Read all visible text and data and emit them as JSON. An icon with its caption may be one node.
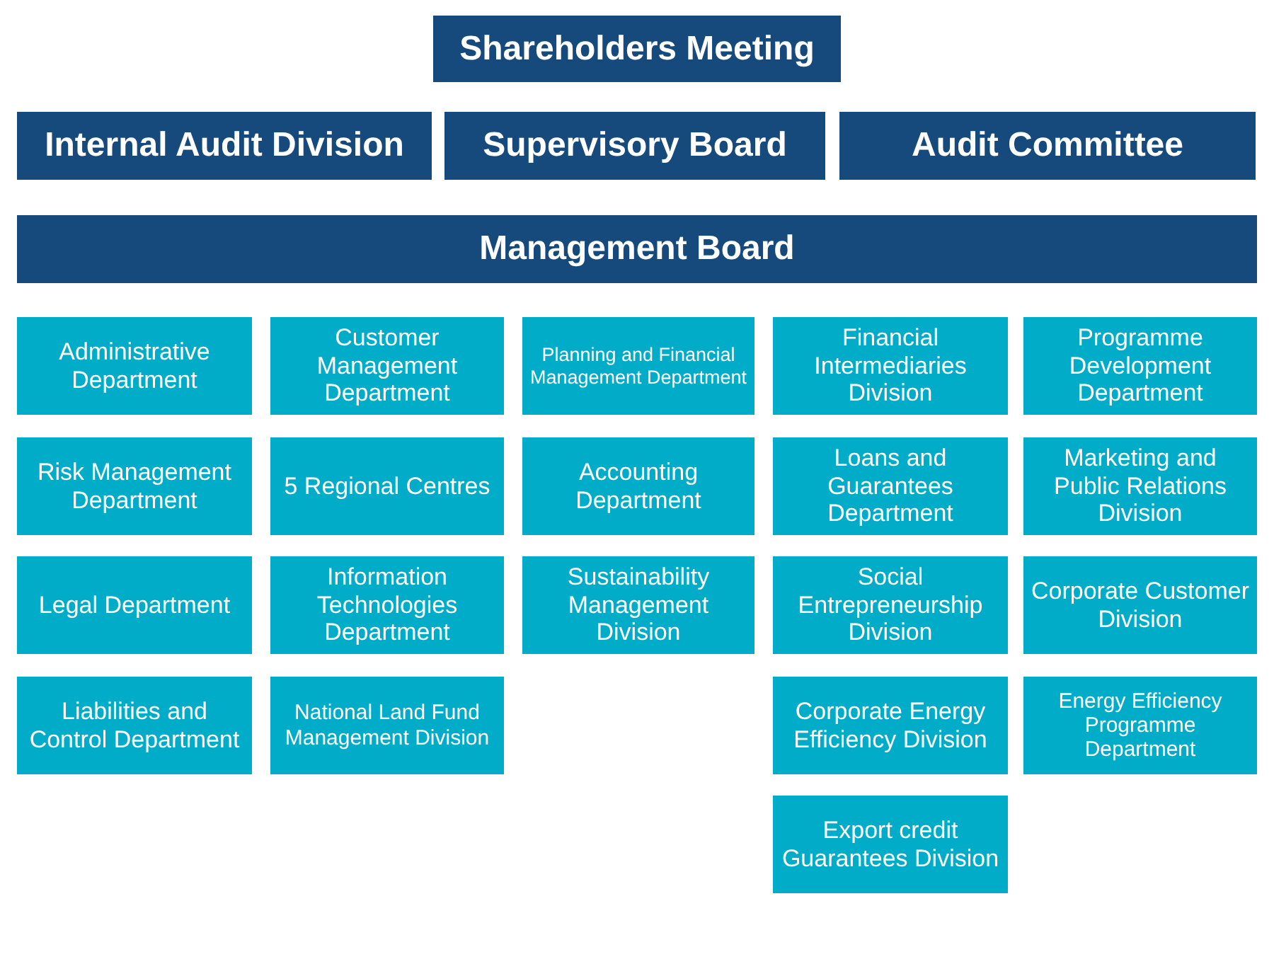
{
  "diagram": {
    "nodes": [
      {
        "text": [
          "Shareholders Meeting"
        ]
      },
      {
        "text": [
          "Internal Audit Division"
        ]
      },
      {
        "text": [
          "Supervisory Board"
        ]
      },
      {
        "text": [
          "Audit Committee"
        ]
      },
      {
        "text": [
          "Management Board"
        ]
      },
      {
        "text": [
          "Administrative Department"
        ]
      },
      {
        "text": [
          "Customer Management Department"
        ]
      },
      {
        "text": [
          "Planning and Financial Management Department"
        ]
      },
      {
        "text": [
          "Financial Intermediaries Division"
        ]
      },
      {
        "text": [
          "Programme Development Department"
        ]
      },
      {
        "text": [
          "Risk Management Department"
        ]
      },
      {
        "text": [
          "5 Regional Centres"
        ]
      },
      {
        "text": [
          "Accounting Department"
        ]
      },
      {
        "text": [
          "Loans and Guarantees Department"
        ]
      },
      {
        "text": [
          "Marketing and Public Relations Division"
        ]
      },
      {
        "text": [
          "Legal Department"
        ]
      },
      {
        "text": [
          "Information Technologies Department"
        ]
      },
      {
        "text": [
          "Sustainability Management Division"
        ]
      },
      {
        "text": [
          "Social Entrepreneurship Division"
        ]
      },
      {
        "text": [
          "Corporate Customer Division"
        ]
      },
      {
        "text": [
          "Liabilities and Control Department"
        ]
      },
      {
        "text": [
          "National Land Fund Management Division"
        ]
      },
      {
        "text": [
          "Corporate Energy Efficiency Division"
        ]
      },
      {
        "text": [
          "Energy Efficiency Programme Department"
        ]
      },
      {
        "text": [
          "Export credit Guarantees Division"
        ]
      }
    ]
  }
}
